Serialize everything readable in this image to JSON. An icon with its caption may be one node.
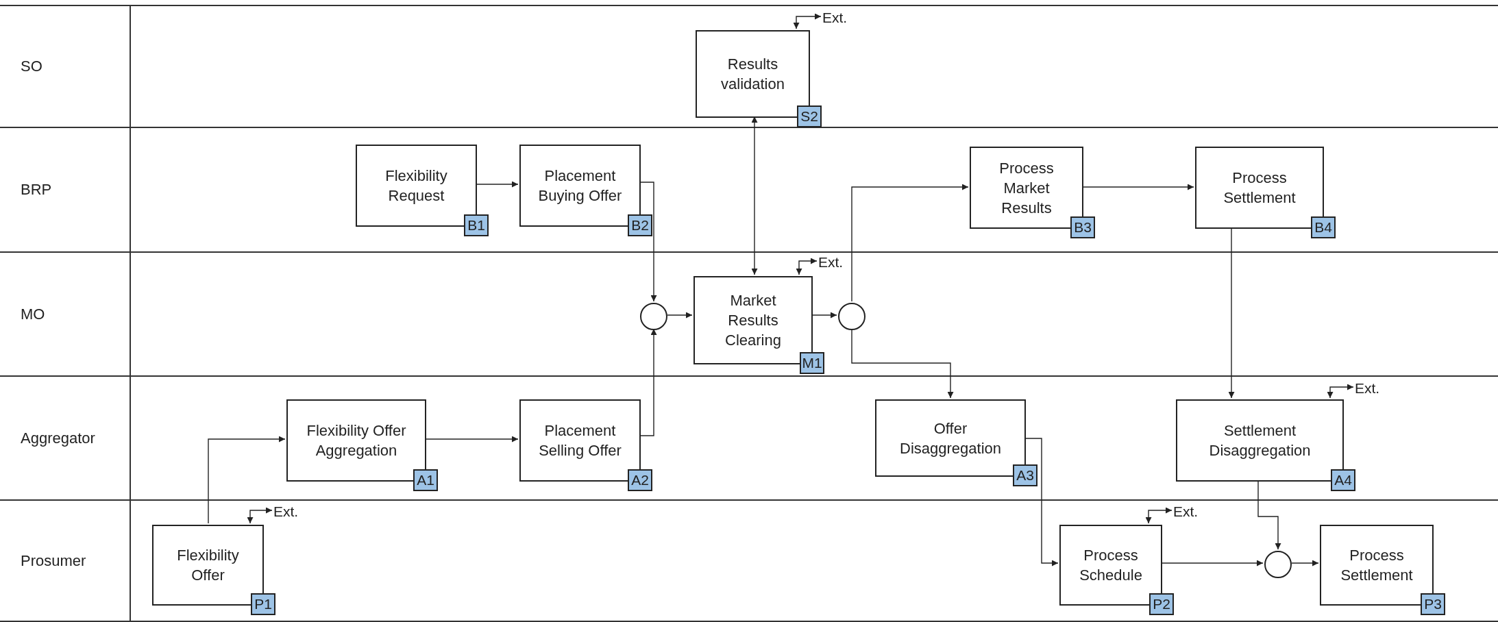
{
  "diagram": {
    "nodes": [
      {
        "text": [
          "SO"
        ]
      },
      {
        "text": [
          "Results validation",
          "S2"
        ],
        "in": 0
      },
      {
        "text": [
          "Ext."
        ],
        "in": 0
      },
      {
        "text": [
          "BRP"
        ]
      },
      {
        "text": [
          "Flexibility Request",
          "B1"
        ],
        "in": 3
      },
      {
        "text": [
          "Placement Buying Offer",
          "B2"
        ],
        "in": 3
      },
      {
        "text": [
          "Process Market Results",
          "B3"
        ],
        "in": 3
      },
      {
        "text": [
          "Process Settlement",
          "B4"
        ],
        "in": 3
      },
      {
        "text": [
          "MO"
        ]
      },
      {
        "text": [],
        "shape": "circle",
        "in": 8
      },
      {
        "text": [
          "Market Results Clearing",
          "M1"
        ],
        "in": 8
      },
      {
        "text": [
          "Ext."
        ],
        "in": 8
      },
      {
        "text": [],
        "shape": "circle",
        "in": 8
      },
      {
        "text": [
          "Aggregator"
        ]
      },
      {
        "text": [
          "Flexibility Offer Aggregation",
          "A1"
        ],
        "in": 13
      },
      {
        "text": [
          "Placement Selling Offer",
          "A2"
        ],
        "in": 13
      },
      {
        "text": [
          "Offer Disaggregation",
          "A3"
        ],
        "in": 13
      },
      {
        "text": [
          "Settlement Disaggregation",
          "A4"
        ],
        "in": 13
      },
      {
        "text": [
          "Ext."
        ],
        "in": 13
      },
      {
        "text": [
          "Prosumer"
        ]
      },
      {
        "text": [
          "Flexibility Offer",
          "P1"
        ],
        "in": 19
      },
      {
        "text": [
          "Ext."
        ],
        "in": 19
      },
      {
        "text": [
          "Process Schedule",
          "P2"
        ],
        "in": 19
      },
      {
        "text": [
          "Ext."
        ],
        "in": 19
      },
      {
        "text": [],
        "shape": "circle",
        "in": 19
      },
      {
        "text": [
          "Process Settlement",
          "P3"
        ],
        "in": 19
      }
    ],
    "edges": [
      {
        "from": 20,
        "to": 14,
        "arrow": "to"
      },
      {
        "from": 14,
        "to": 15,
        "arrow": "to"
      },
      {
        "from": 15,
        "to": 9,
        "arrow": "to"
      },
      {
        "from": 5,
        "to": 9,
        "arrow": "to"
      },
      {
        "from": 9,
        "to": 10,
        "arrow": "to"
      },
      {
        "from": 4,
        "to": 5,
        "arrow": "to"
      },
      {
        "from": 10,
        "to": 1,
        "arrow": "both"
      },
      {
        "from": 10,
        "to": 12,
        "arrow": "to"
      },
      {
        "from": 12,
        "to": 6,
        "arrow": "to"
      },
      {
        "from": 12,
        "to": 16,
        "arrow": "to"
      },
      {
        "from": 6,
        "to": 7,
        "arrow": "to"
      },
      {
        "from": 7,
        "to": 17,
        "arrow": "to"
      },
      {
        "from": 16,
        "to": 22,
        "arrow": "to"
      },
      {
        "from": 17,
        "to": 24,
        "arrow": "to"
      },
      {
        "from": 22,
        "to": 24,
        "arrow": "to"
      },
      {
        "from": 24,
        "to": 25,
        "arrow": "to"
      },
      {
        "from": 1,
        "to": 2,
        "arrow": "both"
      },
      {
        "from": 10,
        "to": 11,
        "arrow": "both"
      },
      {
        "from": 17,
        "to": 18,
        "arrow": "both"
      },
      {
        "from": 20,
        "to": 21,
        "arrow": "both"
      },
      {
        "from": 22,
        "to": 23,
        "arrow": "both"
      }
    ]
  }
}
